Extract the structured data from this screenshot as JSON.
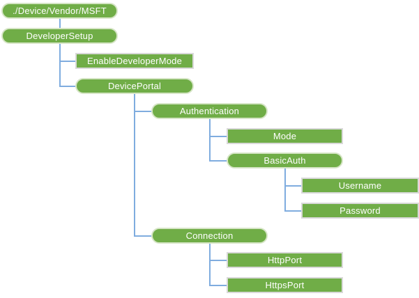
{
  "diagram": {
    "type": "tree-hierarchy",
    "colors": {
      "background": "#FFFFFF",
      "node_fill": "#70AD47",
      "node_text": "#FFFFFF",
      "pill_border": "#D6E5C6",
      "rect_border": "#D9D9D9",
      "connector": "#7FACDF"
    },
    "nodes": [
      {
        "id": "root",
        "label": "./Device/Vendor/MSFT",
        "shape": "pill",
        "col": 0,
        "row": 0,
        "parent": null
      },
      {
        "id": "developersetup",
        "label": "DeveloperSetup",
        "shape": "pill",
        "col": 0,
        "row": 1,
        "parent": "root"
      },
      {
        "id": "enabledevelopermode",
        "label": "EnableDeveloperMode",
        "shape": "rect",
        "col": 1,
        "row": 2,
        "parent": "developersetup"
      },
      {
        "id": "deviceportal",
        "label": "DevicePortal",
        "shape": "pill",
        "col": 1,
        "row": 3,
        "parent": "developersetup"
      },
      {
        "id": "authentication",
        "label": "Authentication",
        "shape": "pill",
        "col": 2,
        "row": 4,
        "parent": "deviceportal"
      },
      {
        "id": "mode",
        "label": "Mode",
        "shape": "rect",
        "col": 3,
        "row": 5,
        "parent": "authentication"
      },
      {
        "id": "basicauth",
        "label": "BasicAuth",
        "shape": "pill",
        "col": 3,
        "row": 6,
        "parent": "authentication"
      },
      {
        "id": "username",
        "label": "Username",
        "shape": "rect",
        "col": 4,
        "row": 7,
        "parent": "basicauth"
      },
      {
        "id": "password",
        "label": "Password",
        "shape": "rect",
        "col": 4,
        "row": 8,
        "parent": "basicauth"
      },
      {
        "id": "connection",
        "label": "Connection",
        "shape": "pill",
        "col": 2,
        "row": 9,
        "parent": "deviceportal"
      },
      {
        "id": "httpport",
        "label": "HttpPort",
        "shape": "rect",
        "col": 3,
        "row": 10,
        "parent": "connection"
      },
      {
        "id": "httpsport",
        "label": "HttpsPort",
        "shape": "rect",
        "col": 3,
        "row": 11,
        "parent": "connection"
      }
    ]
  }
}
